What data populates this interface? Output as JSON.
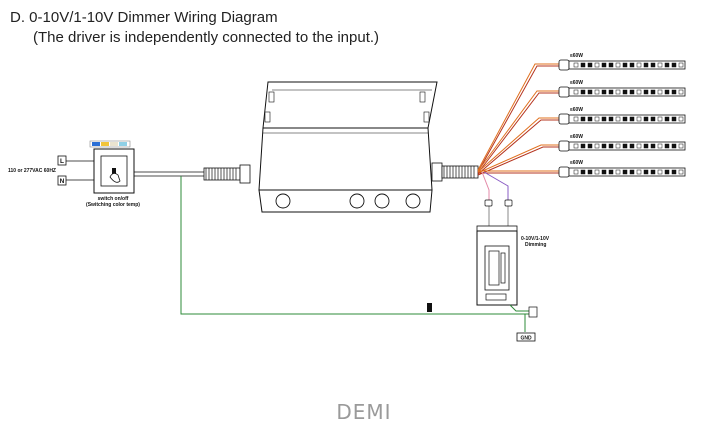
{
  "header": {
    "title": "D. 0-10V/1-10V Dimmer Wiring Diagram",
    "subtitle": "(The driver is independently connected to the input.)"
  },
  "input": {
    "voltage_label": "110 or 277VAC 60HZ",
    "terminal_l": "L",
    "terminal_n": "N"
  },
  "switch": {
    "label_line1": "switch on/off",
    "label_line2": "(Switching color temp)"
  },
  "dimmer": {
    "label_line1": "0-10V/1-10V",
    "label_line2": "Dimming",
    "minus": "-",
    "plus": "+"
  },
  "strips": [
    {
      "max_load": "≤60W"
    },
    {
      "max_load": "≤60W"
    },
    {
      "max_load": "≤60W"
    },
    {
      "max_load": "≤60W"
    },
    {
      "max_load": "≤60W"
    }
  ],
  "ground": {
    "label": "GND"
  },
  "watermark": "DEMI",
  "colors": {
    "ground_wire": "#2e8b3a",
    "strip_wire_a": "#e0701e",
    "strip_wire_b": "#b5341f",
    "dim_wire_purple": "#8a5cc4",
    "dim_wire_pink": "#e38aa8",
    "outline": "#111111"
  }
}
